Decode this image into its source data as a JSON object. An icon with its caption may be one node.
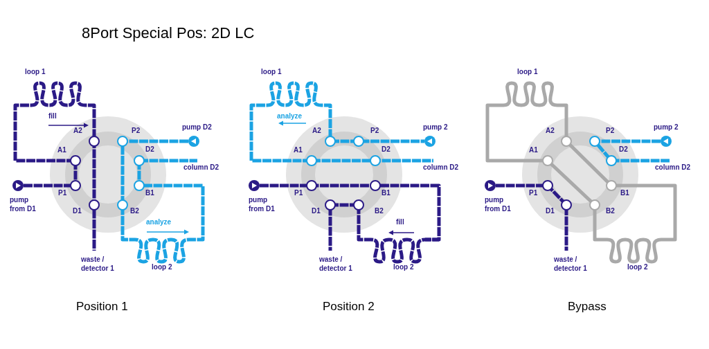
{
  "diagram": {
    "title": "8Port Special Pos: 2D LC",
    "labels": [
      "loop 1",
      "fill",
      "A2",
      "P2",
      "pump D2",
      "A1",
      "D2",
      "column D2",
      "pump from D1",
      "P1",
      "B1",
      "D1",
      "B2",
      "analyze",
      "waste / detector 1",
      "loop 2",
      "Position 1",
      "loop 1",
      "analyze",
      "A2",
      "P2",
      "pump 2",
      "A1",
      "D2",
      "column D2",
      "pump from D1",
      "P1",
      "B1",
      "D1",
      "B2",
      "fill",
      "waste / detector 1",
      "loop 2",
      "Position 2",
      "loop 1",
      "A2",
      "P2",
      "pump 2",
      "A1",
      "D2",
      "column D2",
      "pump from D1",
      "P1",
      "B1",
      "D1",
      "B2",
      "waste / detector 1",
      "loop 2",
      "Bypass"
    ]
  }
}
